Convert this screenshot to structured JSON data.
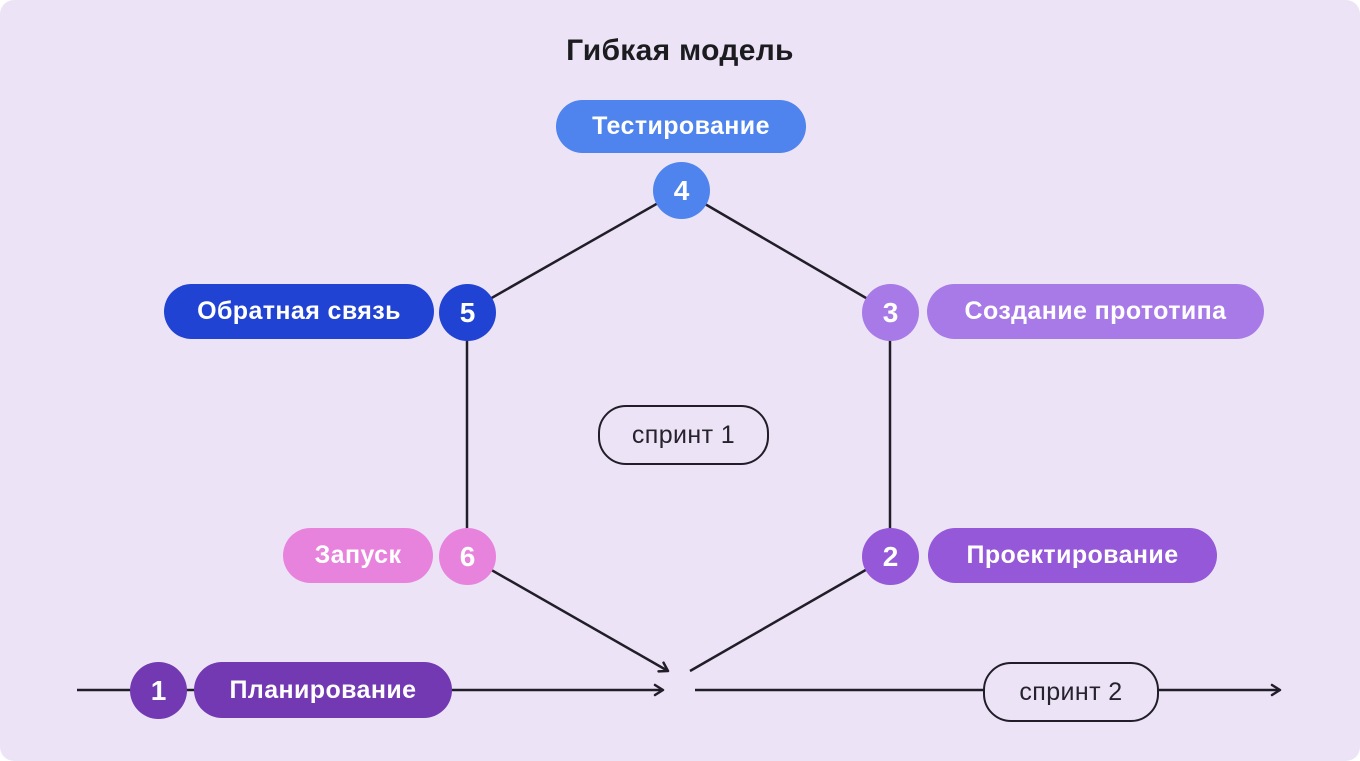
{
  "title": "Гибкая модель",
  "colors": {
    "background": "#ece4f6",
    "line": "#211d29",
    "sprint_text": "#26222e",
    "title_text": "#1c1b20"
  },
  "steps": [
    {
      "num": "1",
      "label": "Планирование",
      "color": "#7239b3"
    },
    {
      "num": "2",
      "label": "Проектирование",
      "color": "#9458d8"
    },
    {
      "num": "3",
      "label": "Создание прототипа",
      "color": "#a77ae8"
    },
    {
      "num": "4",
      "label": "Тестирование",
      "color": "#4f83ed"
    },
    {
      "num": "5",
      "label": "Обратная связь",
      "color": "#2143d3"
    },
    {
      "num": "6",
      "label": "Запуск",
      "color": "#e883dd"
    }
  ],
  "sprints": [
    {
      "label": "спринт 1"
    },
    {
      "label": "спринт 2"
    }
  ]
}
